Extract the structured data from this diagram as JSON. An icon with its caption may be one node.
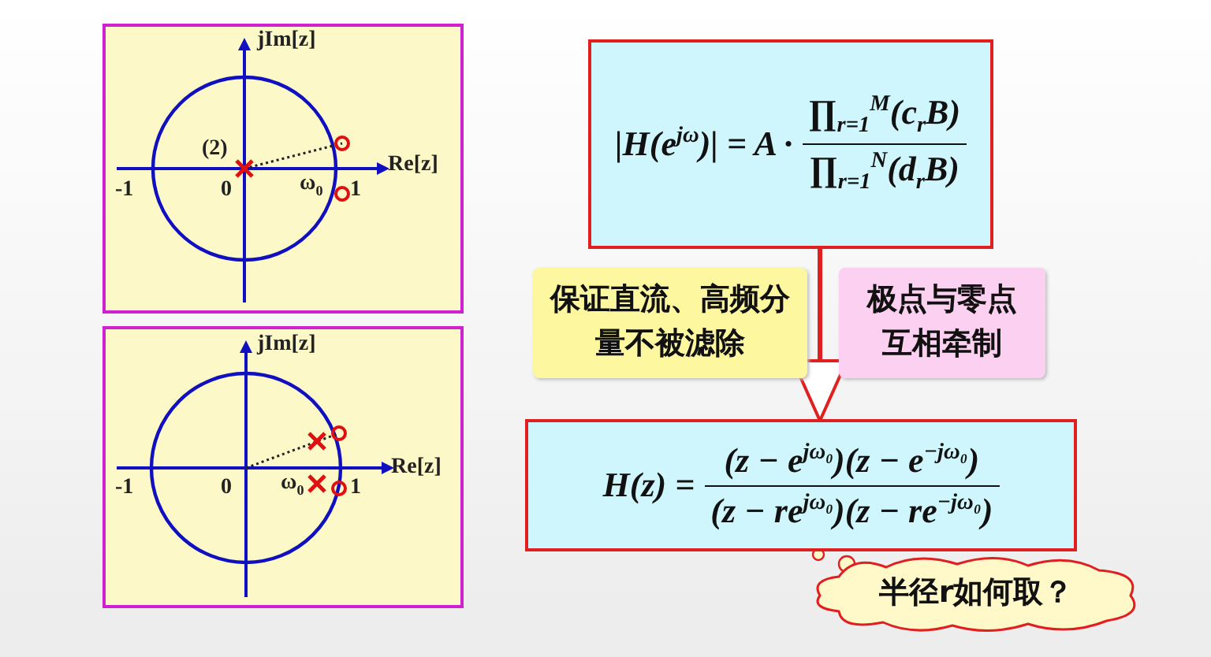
{
  "diagram": {
    "nodes": [
      {
        "text": [
          "|H(e$^{jω}$)| = A ·",
          "∏$_{r=1}$$^{M}$(c$_{r}$B)",
          "∏$_{r=1}$$^{N}$(d$_{r}$B)"
        ]
      },
      {
        "text": [
          "H(z) =",
          "(z − e$^{jω₀}$)(z − e$^{−jω₀}$)",
          "(z − re$^{jω₀}$)(z − re$^{−jω₀}$)"
        ]
      },
      {
        "text": [
          "保证直流、高频分量不被滤除"
        ]
      },
      {
        "text": [
          "极点与零点互相牵制"
        ]
      },
      {
        "text": [
          "半径r如何取？"
        ]
      }
    ],
    "edges": [
      {
        "from": 0,
        "to": 1,
        "arrow": "to"
      }
    ],
    "labels": [
      "jIm[z]",
      "(2)",
      "ω$_{0}$",
      "Re[z]",
      "-1",
      "0",
      "1",
      "jIm[z]",
      "ω$_{0}$",
      "Re[z]",
      "-1",
      "0",
      "1"
    ]
  }
}
